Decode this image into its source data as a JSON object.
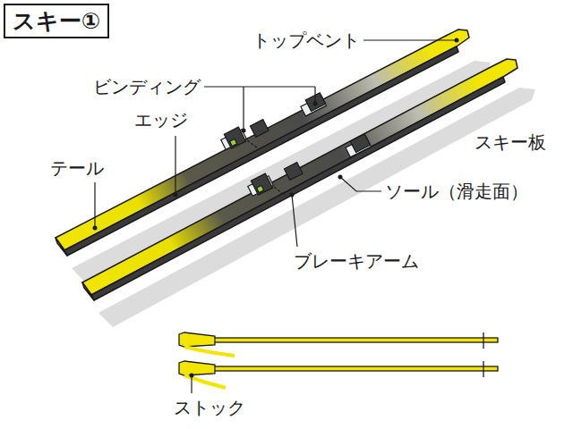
{
  "diagram": {
    "title": "スキー①",
    "labels": [
      "トップベント",
      "ビンディング",
      "エッジ",
      "テール",
      "スキー板",
      "ソール（滑走面）",
      "ブレーキアーム",
      "ストック"
    ]
  }
}
